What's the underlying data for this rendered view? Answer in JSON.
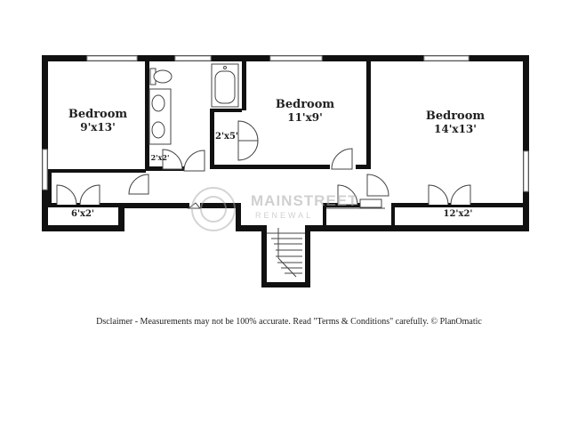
{
  "rooms": {
    "bedroom_left": {
      "name": "Bedroom",
      "size": "9'x13'"
    },
    "bedroom_middle": {
      "name": "Bedroom",
      "size": "11'x9'"
    },
    "bedroom_right": {
      "name": "Bedroom",
      "size": "14'x13'"
    },
    "closet_left": {
      "size": "6'x2'"
    },
    "closet_right": {
      "size": "12'x2'"
    },
    "closet_mid": {
      "size": "2'x5'"
    },
    "linen_closet": {
      "size": "2'x2'"
    }
  },
  "watermark": {
    "name": "MAINSTREET",
    "sub": "RENEWAL"
  },
  "disclaimer": "Dsclaimer - Measurements may not be 100% accurate. Read \"Terms & Conditions\" carefully. © PlanOmatic",
  "colors": {
    "wall": "#111111",
    "fixture": "#444444",
    "window": "#999999",
    "background": "#ffffff"
  }
}
